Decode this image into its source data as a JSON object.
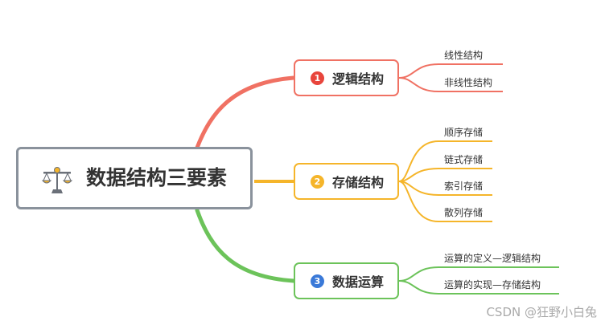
{
  "root": {
    "title": "数据结构三要素",
    "icon": "scales-icon"
  },
  "colors": {
    "red": "#f07163",
    "orange": "#f5b52a",
    "green": "#6cc35a",
    "root_border": "#8a929c",
    "text": "#333333"
  },
  "branches": [
    {
      "number": "1",
      "label": "逻辑结构",
      "children": [
        "线性结构",
        "非线性结构"
      ]
    },
    {
      "number": "2",
      "label": "存储结构",
      "children": [
        "顺序存储",
        "链式存储",
        "索引存储",
        "散列存储"
      ]
    },
    {
      "number": "3",
      "label": "数据运算",
      "children": [
        "运算的定义—逻辑结构",
        "运算的实现—存储结构"
      ]
    }
  ],
  "watermark": "CSDN @狂野小白兔"
}
